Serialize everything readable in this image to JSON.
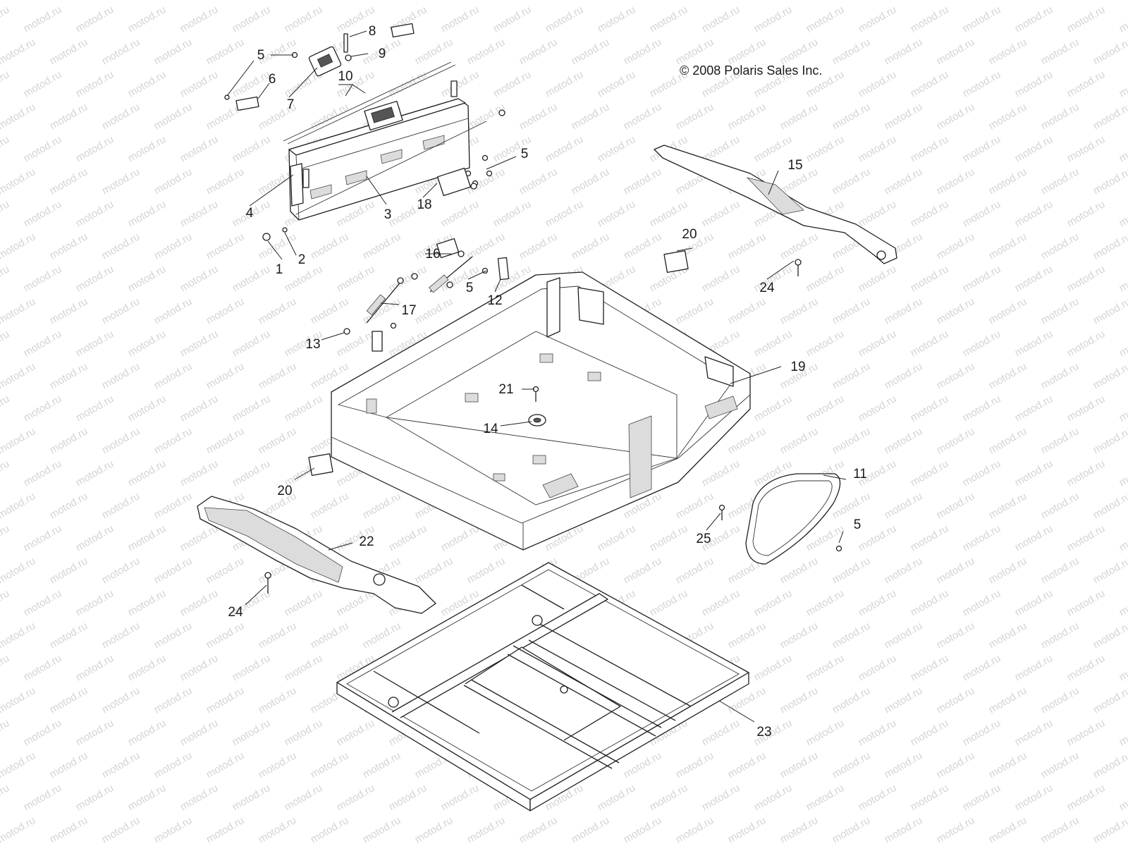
{
  "copyright": "© 2008 Polaris Sales Inc.",
  "watermark": "motod.ru",
  "callouts": [
    {
      "id": "1",
      "text": "1"
    },
    {
      "id": "2",
      "text": "2"
    },
    {
      "id": "3",
      "text": "3"
    },
    {
      "id": "4",
      "text": "4"
    },
    {
      "id": "5a",
      "text": "5"
    },
    {
      "id": "5b",
      "text": "5"
    },
    {
      "id": "5c",
      "text": "5"
    },
    {
      "id": "5d",
      "text": "5"
    },
    {
      "id": "6",
      "text": "6"
    },
    {
      "id": "7",
      "text": "7"
    },
    {
      "id": "8",
      "text": "8"
    },
    {
      "id": "9",
      "text": "9"
    },
    {
      "id": "10",
      "text": "10"
    },
    {
      "id": "11",
      "text": "11"
    },
    {
      "id": "12",
      "text": "12"
    },
    {
      "id": "13",
      "text": "13"
    },
    {
      "id": "14",
      "text": "14"
    },
    {
      "id": "15",
      "text": "15"
    },
    {
      "id": "16",
      "text": "16"
    },
    {
      "id": "17",
      "text": "17"
    },
    {
      "id": "18",
      "text": "18"
    },
    {
      "id": "19",
      "text": "19"
    },
    {
      "id": "20a",
      "text": "20"
    },
    {
      "id": "20b",
      "text": "20"
    },
    {
      "id": "21",
      "text": "21"
    },
    {
      "id": "22",
      "text": "22"
    },
    {
      "id": "23",
      "text": "23"
    },
    {
      "id": "24a",
      "text": "24"
    },
    {
      "id": "24b",
      "text": "24"
    },
    {
      "id": "25",
      "text": "25"
    }
  ]
}
